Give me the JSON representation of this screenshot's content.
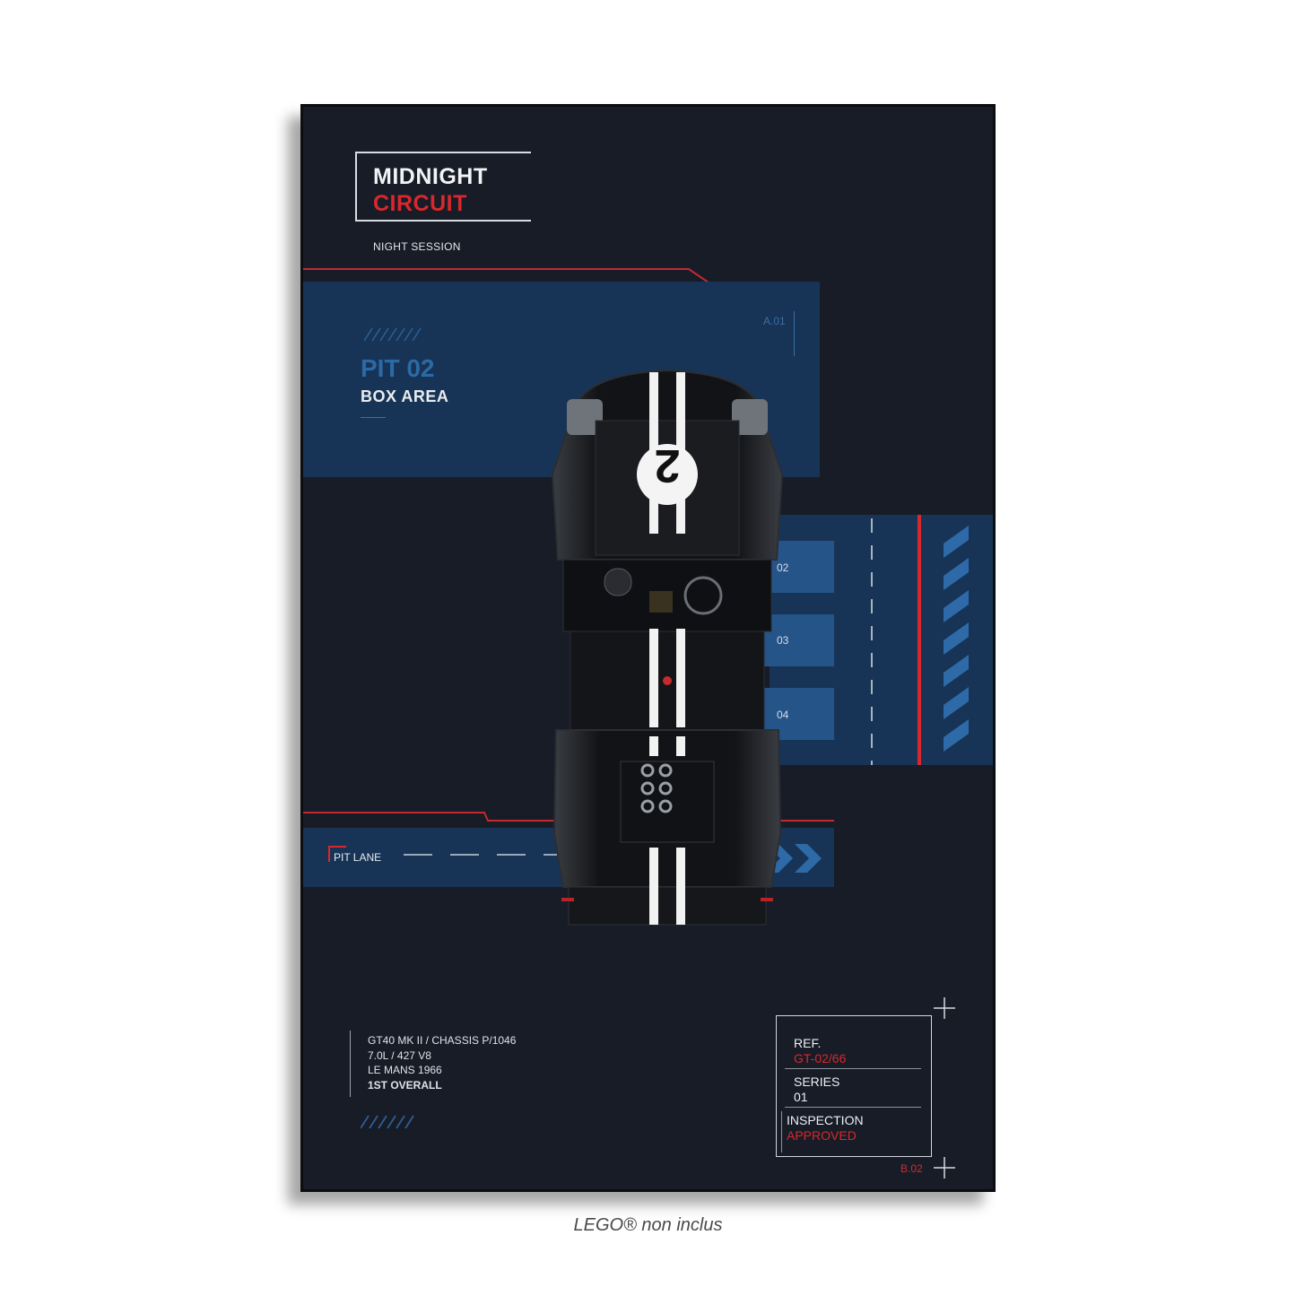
{
  "poster": {
    "title_line1": "MIDNIGHT",
    "title_line2": "CIRCUIT",
    "subtitle": "NIGHT SESSION",
    "pit_code": "A.01",
    "pit_name": "PIT 02",
    "pit_area": "BOX AREA",
    "slots": [
      "02",
      "03",
      "04"
    ],
    "pit_lane_label": "PIT LANE",
    "car_number": "2",
    "specs": [
      "GT40 MK II / CHASSIS P/1046",
      "7.0L / 427 V8",
      "LE MANS 1966",
      "1ST OVERALL"
    ],
    "ref": {
      "ref_label": "REF.",
      "ref_value": "GT-02/66",
      "series_label": "SERIES",
      "series_value": "01",
      "inspection_label": "INSPECTION",
      "inspection_value": "APPROVED"
    },
    "corner_code": "B.02"
  },
  "caption": "LEGO® non inclus",
  "colors": {
    "background": "#171c27",
    "accent_red": "#d8282d",
    "panel_blue": "#173456",
    "slot_blue": "#255489"
  }
}
